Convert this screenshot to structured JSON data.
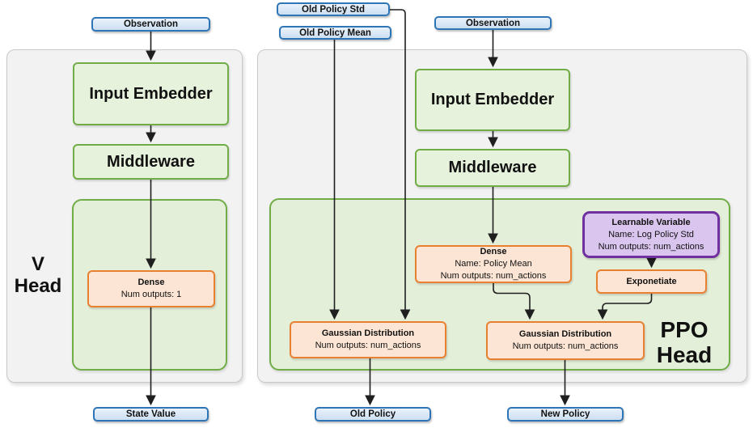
{
  "colors": {
    "blue_border": "#2E75B6",
    "blue_fill_top": "#EAF2FB",
    "blue_fill_bottom": "#CCDFF2",
    "green_border": "#70AD47",
    "green_fill": "#E7F2DC",
    "container_fill": "#E4EFD9",
    "orange_border": "#E8802F",
    "orange_fill": "#FCE5D4",
    "purple_border": "#7030A0",
    "purple_fill": "#DAC5EE",
    "panel_fill": "#F2F2F2",
    "panel_border": "#C8C8C8",
    "arrow": "#1F1F1F"
  },
  "v_head": {
    "panel_label": [
      "V",
      "Head"
    ],
    "observation": "Observation",
    "input_embedder": "Input Embedder",
    "middleware": "Middleware",
    "dense": {
      "title": "Dense",
      "lines": [
        "Num outputs: 1"
      ]
    },
    "state_value": "State Value"
  },
  "ppo_head": {
    "panel_label": [
      "PPO",
      "Head"
    ],
    "old_policy_std": "Old Policy Std",
    "old_policy_mean": "Old Policy Mean",
    "observation": "Observation",
    "input_embedder": "Input Embedder",
    "middleware": "Middleware",
    "dense": {
      "title": "Dense",
      "lines": [
        "Name: Policy Mean",
        "Num outputs: num_actions"
      ]
    },
    "learnable_variable": {
      "title": "Learnable Variable",
      "lines": [
        "Name: Log Policy Std",
        "Num outputs: num_actions"
      ]
    },
    "exponetiate": "Exponetiate",
    "gaussian_distribution_old": {
      "title": "Gaussian Distribution",
      "lines": [
        "Num outputs: num_actions"
      ]
    },
    "gaussian_distribution_new": {
      "title": "Gaussian Distribution",
      "lines": [
        "Num outputs: num_actions"
      ]
    },
    "old_policy": "Old Policy",
    "new_policy": "New Policy"
  }
}
